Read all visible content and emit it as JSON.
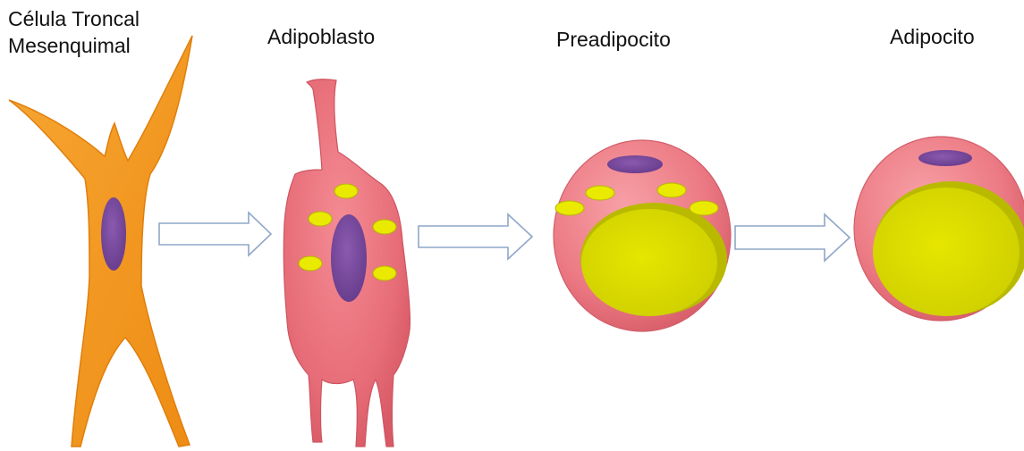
{
  "stages": [
    {
      "id": "stem",
      "lines": [
        "Célula Troncal",
        "Mesenquimal"
      ]
    },
    {
      "id": "adipoblast",
      "lines": [
        "Adipoblasto"
      ]
    },
    {
      "id": "preadipocyte",
      "lines": [
        "Preadipocito"
      ]
    },
    {
      "id": "adipocyte",
      "lines": [
        "Adipocito"
      ]
    }
  ],
  "colors": {
    "stem_cell_body": "#f39a1f",
    "cell_body_pink": "#e8707a",
    "nucleus": "#7a4a9e",
    "lipid_yellow": "#e8e800",
    "arrow_stroke": "#8fa7c8"
  }
}
